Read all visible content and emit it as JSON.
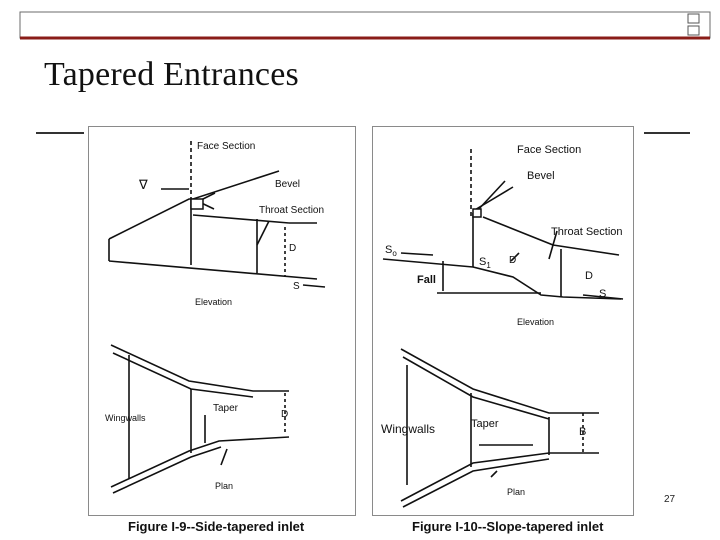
{
  "slide": {
    "title": "Tapered Entrances",
    "page_number": "27",
    "accent_color": "#8a1d18",
    "rule_color": "#6b6b6b"
  },
  "figure_left": {
    "caption": "Figure I-9--Side-tapered inlet",
    "labels": {
      "face_section": "Face Section",
      "water_symbol": "∇",
      "bevel": "Bevel",
      "throat_section": "Throat Section",
      "depth": "D",
      "slope": "S",
      "elevation": "Elevation",
      "wingwalls": "Wingwalls",
      "taper": "Taper",
      "depth_plan": "D",
      "plan": "Plan"
    }
  },
  "figure_right": {
    "caption": "Figure I-10--Slope-tapered inlet",
    "labels": {
      "face_section": "Face Section",
      "bevel": "Bevel",
      "throat_section": "Throat Section",
      "so": "S",
      "so_sub": "o",
      "s1": "S",
      "s1_sub": "1",
      "d_mid": "D",
      "d_throat": "D",
      "fall": "Fall",
      "slope": "S",
      "elevation": "Elevation",
      "wingwalls": "Wingwalls",
      "taper": "Taper",
      "width": "B",
      "plan": "Plan"
    }
  }
}
